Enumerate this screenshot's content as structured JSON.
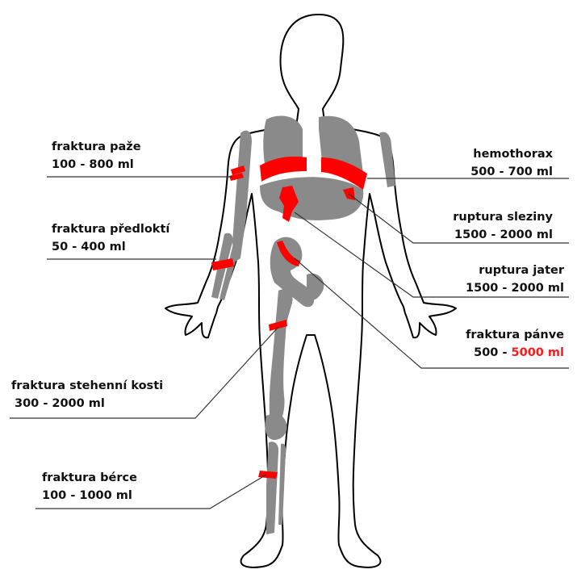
{
  "labels": [
    {
      "id": "fraktura-paze",
      "name": "fraktura paže",
      "volume": "100 - 800 ml"
    },
    {
      "id": "fraktura-predlokti",
      "name": "fraktura předloktí",
      "volume": "50 - 400 ml"
    },
    {
      "id": "fraktura-stehenni-kosti",
      "name": "fraktura stehenní kosti",
      "volume": "300 - 2000 ml"
    },
    {
      "id": "fraktura-berce",
      "name": "fraktura bérce",
      "volume": "100 - 1000 ml"
    },
    {
      "id": "hemothorax",
      "name": "hemothorax",
      "volume": "500 - 700 ml"
    },
    {
      "id": "ruptura-sleziny",
      "name": "ruptura sleziny",
      "volume": "1500 - 2000 ml"
    },
    {
      "id": "ruptura-jater",
      "name": "ruptura jater",
      "volume": "1500 - 2000 ml"
    },
    {
      "id": "fraktura-panve",
      "name": "fraktura pánve",
      "volume_prefix": "500 - ",
      "volume_highlight": "5000 ml"
    }
  ],
  "colors": {
    "bone": "#8a8a8a",
    "injury": "#ff0000",
    "outline": "#000000",
    "highlight_text": "#ff1a1a"
  }
}
